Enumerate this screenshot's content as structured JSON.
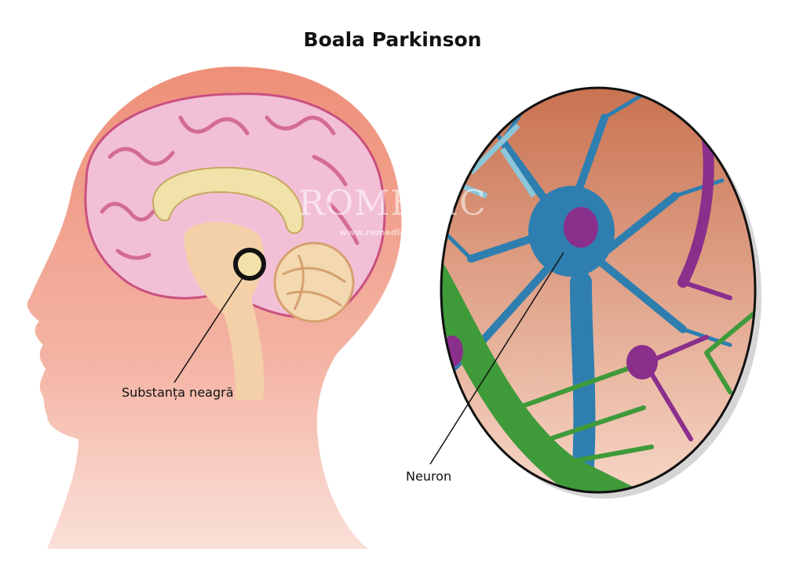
{
  "title": "Boala Parkinson",
  "labels": {
    "substantia": "Substanța neagră",
    "neuron": "Neuron"
  },
  "watermark": {
    "brand": "ROMEDIC",
    "url": "www.romedic.ro"
  },
  "colors": {
    "head": "#f2a08a",
    "brain": "#f2bfd6",
    "neuron_blue": "#2e7fb0",
    "glia_green": "#3f9a3a",
    "purple": "#8a2f8c"
  }
}
